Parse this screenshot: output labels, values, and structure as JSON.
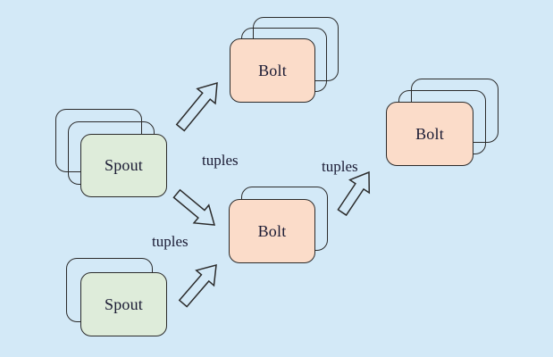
{
  "diagram": {
    "description": "Storm topology diagram: spouts emit tuples to bolts",
    "colors": {
      "background": "#d3e9f7",
      "bolt_fill": "#fbdcc9",
      "spout_fill": "#deecda",
      "stroke": "#2b2b2b",
      "text": "#1a1a33"
    },
    "nodes": [
      {
        "id": "bolt-top",
        "label": "Bolt",
        "type": "bolt",
        "stacked_copies": 3
      },
      {
        "id": "spout-left",
        "label": "Spout",
        "type": "spout",
        "stacked_copies": 3
      },
      {
        "id": "bolt-center",
        "label": "Bolt",
        "type": "bolt",
        "stacked_copies": 2
      },
      {
        "id": "spout-bottom",
        "label": "Spout",
        "type": "spout",
        "stacked_copies": 2
      },
      {
        "id": "bolt-right",
        "label": "Bolt",
        "type": "bolt",
        "stacked_copies": 3
      }
    ],
    "edge_labels": [
      {
        "id": "tuples-spout-left-out",
        "text": "tuples"
      },
      {
        "id": "tuples-bolt-center-out",
        "text": "tuples"
      },
      {
        "id": "tuples-spout-bottom-out",
        "text": "tuples"
      }
    ]
  }
}
